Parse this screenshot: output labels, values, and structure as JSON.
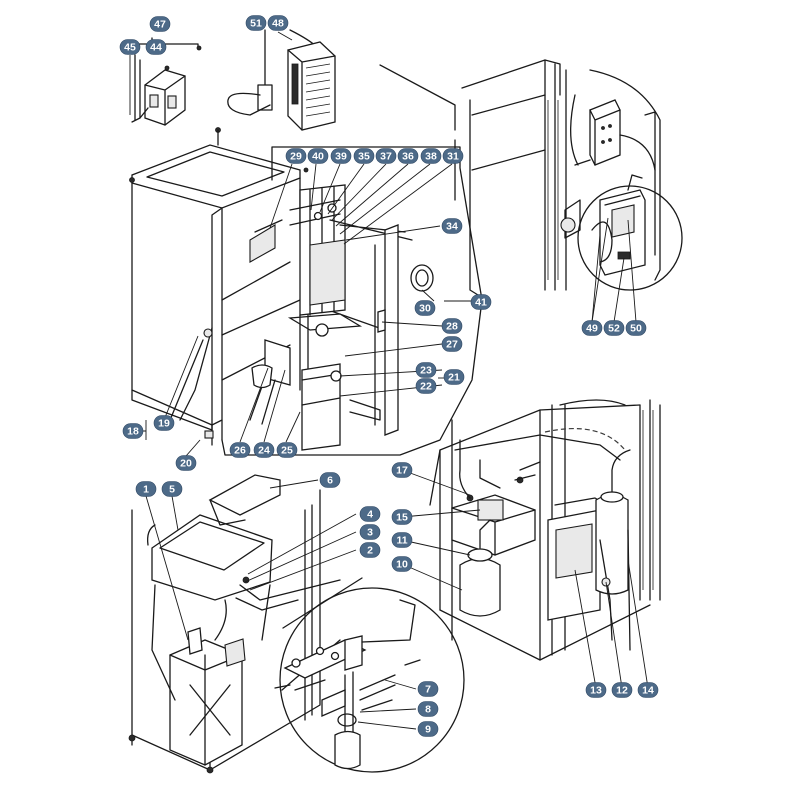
{
  "callouts": [
    {
      "id": "c1",
      "text": "1"
    },
    {
      "id": "c2",
      "text": "2"
    },
    {
      "id": "c3",
      "text": "3"
    },
    {
      "id": "c4",
      "text": "4"
    },
    {
      "id": "c5",
      "text": "5"
    },
    {
      "id": "c6",
      "text": "6"
    },
    {
      "id": "c7",
      "text": "7"
    },
    {
      "id": "c8",
      "text": "8"
    },
    {
      "id": "c9",
      "text": "9"
    },
    {
      "id": "c10",
      "text": "10"
    },
    {
      "id": "c11",
      "text": "11"
    },
    {
      "id": "c12",
      "text": "12"
    },
    {
      "id": "c13",
      "text": "13"
    },
    {
      "id": "c14",
      "text": "14"
    },
    {
      "id": "c15",
      "text": "15"
    },
    {
      "id": "c17",
      "text": "17"
    },
    {
      "id": "c18",
      "text": "18"
    },
    {
      "id": "c19",
      "text": "19"
    },
    {
      "id": "c20",
      "text": "20"
    },
    {
      "id": "c21",
      "text": "21"
    },
    {
      "id": "c22",
      "text": "22"
    },
    {
      "id": "c23",
      "text": "23"
    },
    {
      "id": "c24",
      "text": "24"
    },
    {
      "id": "c25",
      "text": "25"
    },
    {
      "id": "c26",
      "text": "26"
    },
    {
      "id": "c27",
      "text": "27"
    },
    {
      "id": "c28",
      "text": "28"
    },
    {
      "id": "c29",
      "text": "29"
    },
    {
      "id": "c30",
      "text": "30"
    },
    {
      "id": "c31",
      "text": "31"
    },
    {
      "id": "c34",
      "text": "34"
    },
    {
      "id": "c35",
      "text": "35"
    },
    {
      "id": "c36",
      "text": "36"
    },
    {
      "id": "c37",
      "text": "37"
    },
    {
      "id": "c38",
      "text": "38"
    },
    {
      "id": "c39",
      "text": "39"
    },
    {
      "id": "c40",
      "text": "40"
    },
    {
      "id": "c41",
      "text": "41"
    },
    {
      "id": "c44",
      "text": "44"
    },
    {
      "id": "c45",
      "text": "45"
    },
    {
      "id": "c47",
      "text": "47"
    },
    {
      "id": "c48",
      "text": "48"
    },
    {
      "id": "c49",
      "text": "49"
    },
    {
      "id": "c50",
      "text": "50"
    },
    {
      "id": "c51",
      "text": "51"
    },
    {
      "id": "c52",
      "text": "52"
    }
  ],
  "colors": {
    "callout_fill": "#4d6a88",
    "callout_text": "#ffffff",
    "line": "#1a1a1a"
  }
}
